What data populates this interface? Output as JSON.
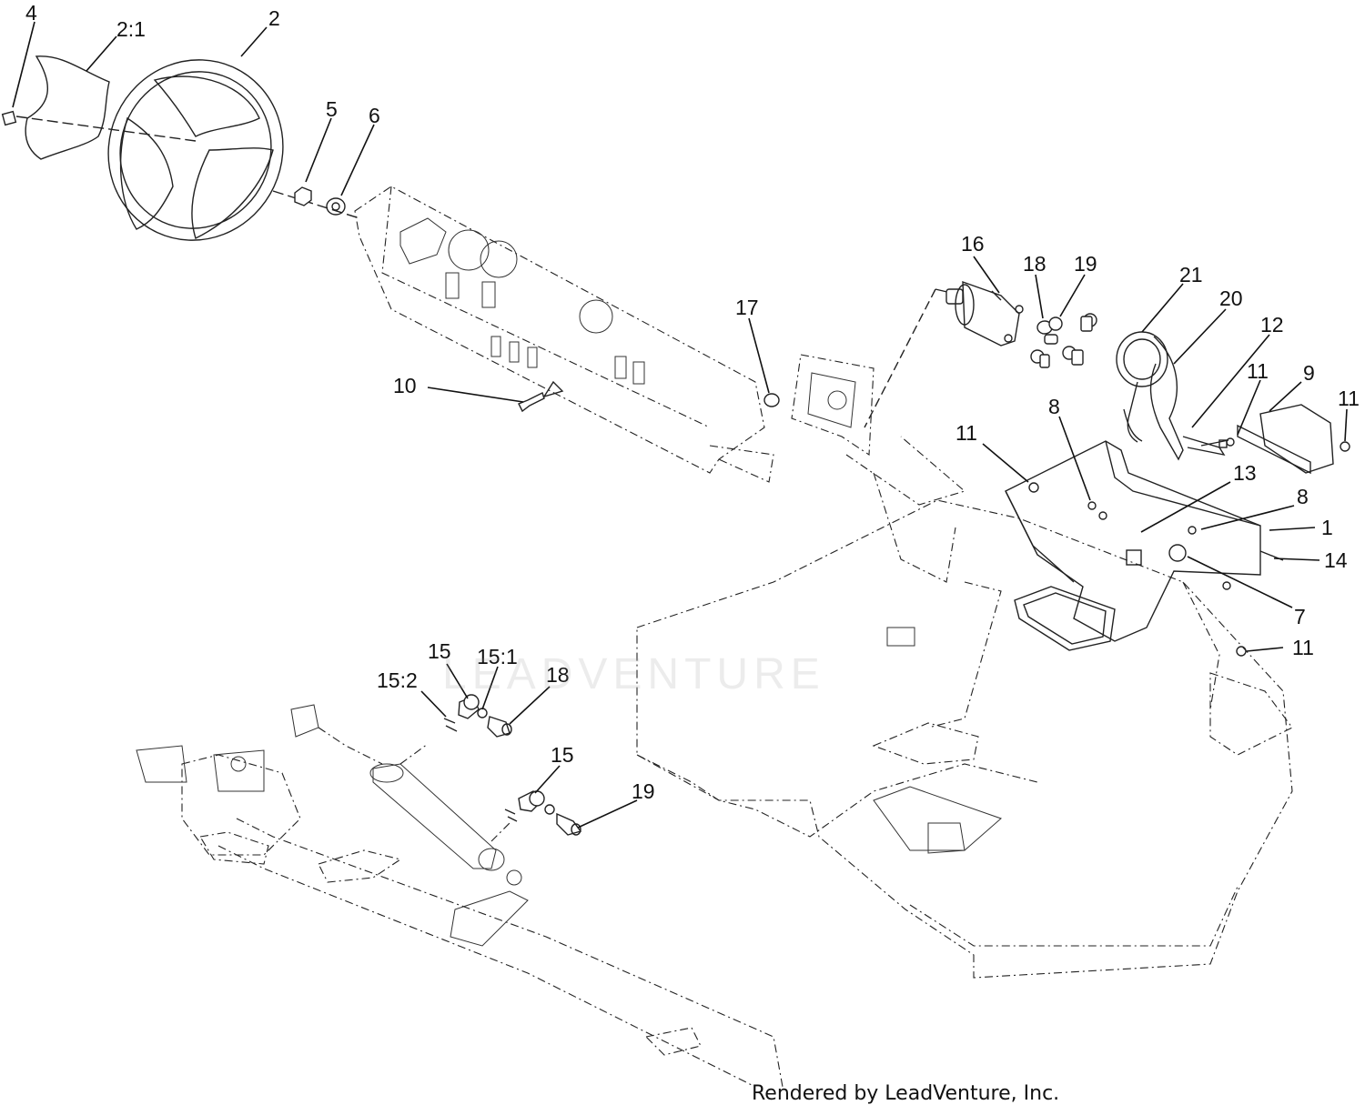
{
  "callouts": [
    {
      "id": "4",
      "label": "4"
    },
    {
      "id": "2-1",
      "label": "2:1"
    },
    {
      "id": "2",
      "label": "2"
    },
    {
      "id": "5",
      "label": "5"
    },
    {
      "id": "6",
      "label": "6"
    },
    {
      "id": "16",
      "label": "16"
    },
    {
      "id": "18a",
      "label": "18"
    },
    {
      "id": "19a",
      "label": "19"
    },
    {
      "id": "21",
      "label": "21"
    },
    {
      "id": "20",
      "label": "20"
    },
    {
      "id": "12",
      "label": "12"
    },
    {
      "id": "17",
      "label": "17"
    },
    {
      "id": "11a",
      "label": "11"
    },
    {
      "id": "9",
      "label": "9"
    },
    {
      "id": "11b",
      "label": "11"
    },
    {
      "id": "10",
      "label": "10"
    },
    {
      "id": "11c",
      "label": "11"
    },
    {
      "id": "8a",
      "label": "8"
    },
    {
      "id": "13",
      "label": "13"
    },
    {
      "id": "8b",
      "label": "8"
    },
    {
      "id": "1",
      "label": "1"
    },
    {
      "id": "14",
      "label": "14"
    },
    {
      "id": "7",
      "label": "7"
    },
    {
      "id": "11d",
      "label": "11"
    },
    {
      "id": "15a",
      "label": "15"
    },
    {
      "id": "15-1",
      "label": "15:1"
    },
    {
      "id": "15-2",
      "label": "15:2"
    },
    {
      "id": "18b",
      "label": "18"
    },
    {
      "id": "15b",
      "label": "15"
    },
    {
      "id": "19b",
      "label": "19"
    }
  ],
  "footer": "Rendered by LeadVenture, Inc.",
  "watermark": "LEADVENTURE"
}
